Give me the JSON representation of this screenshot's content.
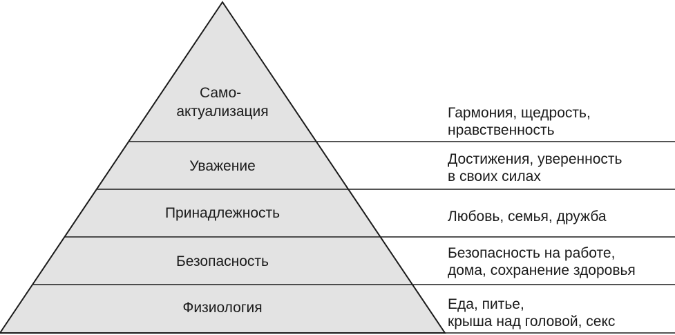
{
  "pyramid": {
    "levels": [
      {
        "label_lines": [
          "Само-",
          "актуализация"
        ],
        "description_lines": [
          "Гармония, щедрость,",
          "нравственность"
        ]
      },
      {
        "label_lines": [
          "Уважение"
        ],
        "description_lines": [
          "Достижения, уверенность",
          "в своих силах"
        ]
      },
      {
        "label_lines": [
          "Принадлежность"
        ],
        "description_lines": [
          "Любовь, семья, дружба"
        ]
      },
      {
        "label_lines": [
          "Безопасность"
        ],
        "description_lines": [
          "Безопасность на работе,",
          "дома, сохранение здоровья"
        ]
      },
      {
        "label_lines": [
          "Физиология"
        ],
        "description_lines": [
          "Еда, питье,",
          "крыша над головой, секс"
        ]
      }
    ]
  },
  "colors": {
    "pyramid_fill": "#e3e3e3",
    "stroke": "#1a1a1a",
    "text": "#1a1a1a"
  }
}
